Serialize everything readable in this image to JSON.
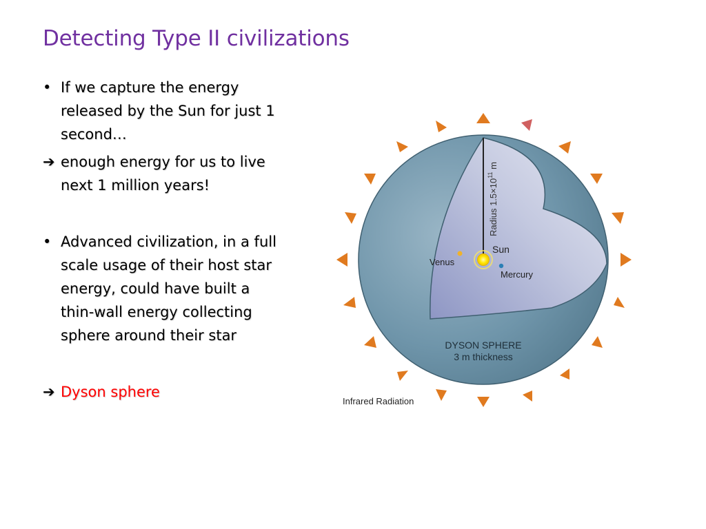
{
  "slide": {
    "title": "Detecting Type II civilizations",
    "bullet1_text": "If we capture the energy released by the Sun for just 1 second…",
    "arrow1_text": "enough energy for us to live next 1 million years!",
    "bullet2_text": "Advanced civilization, in a full scale usage of their host star energy, could have built a thin-wall energy collecting sphere around their star",
    "arrow2_text": "Dyson sphere",
    "bullet_glyph": "•",
    "arrow_glyph": "➔"
  },
  "diagram": {
    "radius_label_prefix": "Radius 1.5×10",
    "radius_label_exp": "11",
    "radius_label_unit": " m",
    "sun_label": "Sun",
    "venus_label": "Venus",
    "mercury_label": "Mercury",
    "sphere_label": "DYSON SPHERE",
    "thickness_label": "3 m thickness",
    "radiation_label": "Infrared Radiation"
  },
  "colors": {
    "title": "#7030a0",
    "highlight": "#ff0000",
    "sphere_shell": "#6f95aa",
    "sphere_inner": "#c9cde3",
    "arrow": "#e07a1f"
  }
}
